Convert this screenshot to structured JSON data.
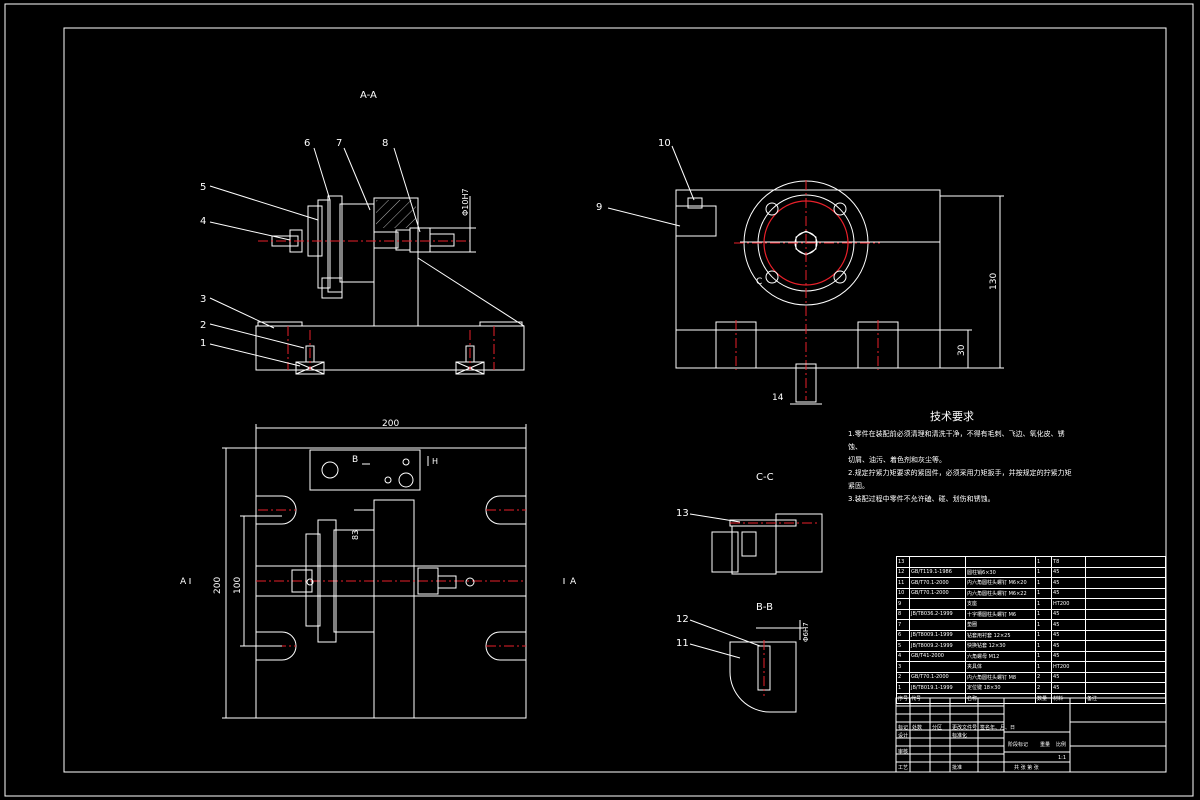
{
  "views": {
    "aa": "A-A",
    "cc": "C-C",
    "bb": "B-B",
    "b_mark": "B",
    "h_mark": "H",
    "a_mark": "A",
    "c_mark": "C"
  },
  "balloons": [
    "1",
    "2",
    "3",
    "4",
    "5",
    "6",
    "7",
    "8",
    "9",
    "10",
    "11",
    "12",
    "13"
  ],
  "dims": {
    "d200_top": "200",
    "d200_side": "200",
    "d100": "100",
    "d130": "130",
    "d30": "30",
    "d14": "14",
    "dphi10": "Φ10H7",
    "d83": "83",
    "d64": "Φ6H7"
  },
  "notes": {
    "title": "技术要求",
    "lines": [
      "1.零件在装配前必须清理和清洗干净，不得有毛刺、飞边、氧化皮、锈蚀、",
      "切屑、油污、着色剂和灰尘等。",
      "2.规定拧紧力矩要求的紧固件，必须采用力矩扳手，并按规定的拧紧力矩",
      "紧固。",
      "3.装配过程中零件不允许磕、碰、划伤和锈蚀。"
    ]
  },
  "bom": {
    "rows": [
      [
        "13",
        "",
        "",
        "1",
        "T8",
        ""
      ],
      [
        "12",
        "GB/T119.1-1986",
        "圆柱销6×30",
        "1",
        "45",
        ""
      ],
      [
        "11",
        "GB/T70.1-2000",
        "内六角圆柱头螺钉 M6×20",
        "1",
        "45",
        ""
      ],
      [
        "10",
        "GB/T70.1-2000",
        "内六角圆柱头螺钉 M6×22",
        "1",
        "45",
        ""
      ],
      [
        "9",
        "",
        "支座",
        "1",
        "HT200",
        ""
      ],
      [
        "8",
        "JB/T8036.2-1999",
        "十字槽圆柱头螺钉 M6",
        "1",
        "45",
        ""
      ],
      [
        "7",
        "",
        "垫圈",
        "1",
        "45",
        ""
      ],
      [
        "6",
        "JB/T8009.1-1999",
        "钻套用衬套 12×25",
        "1",
        "45",
        ""
      ],
      [
        "5",
        "JB/T8009.2-1999",
        "快换钻套 12×30",
        "1",
        "45",
        ""
      ],
      [
        "4",
        "GB/T41-2000",
        "六角螺母 M12",
        "1",
        "45",
        ""
      ],
      [
        "3",
        "",
        "夹具体",
        "1",
        "HT200",
        ""
      ],
      [
        "2",
        "GB/T70.1-2000",
        "内六角圆柱头螺钉 M8",
        "2",
        "45",
        ""
      ],
      [
        "1",
        "JB/T8019.1-1999",
        "定位键 18×30",
        "2",
        "45",
        ""
      ]
    ],
    "header": [
      "序号",
      "代号",
      "名称",
      "数量",
      "材料",
      "备注"
    ]
  },
  "titleblock": {
    "mark": "标记",
    "count": "处数",
    "zone": "分区",
    "change_doc": "更改文件号",
    "sign": "签名",
    "date": "年、月、日",
    "designer": "设计",
    "standard": "标准化",
    "review": "审核",
    "craft": "工艺",
    "approve": "批准",
    "stage": "阶段标记",
    "weight": "重量",
    "scale": "比例",
    "scale_val": "1:1",
    "sheets": "共 张 第 张"
  }
}
